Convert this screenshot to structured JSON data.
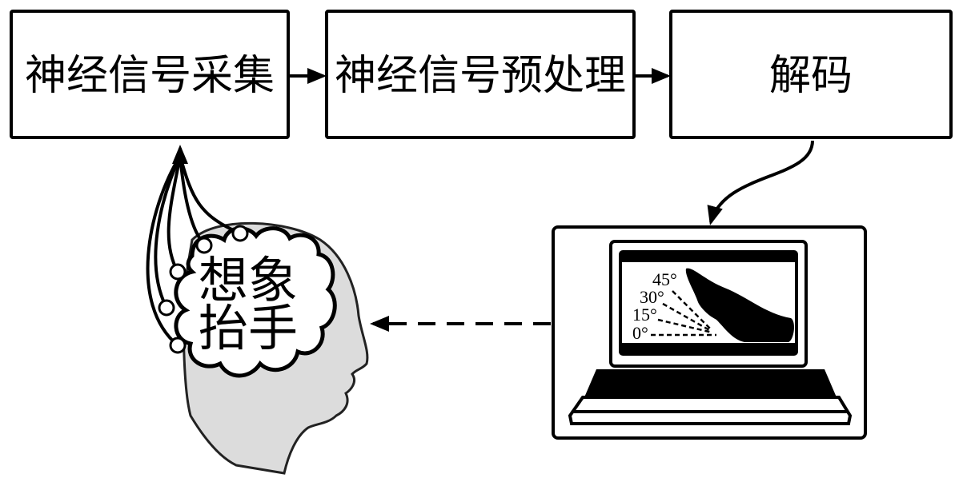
{
  "pipeline": {
    "steps": [
      {
        "label": "神经信号采集"
      },
      {
        "label": "神经信号预处理"
      },
      {
        "label": "解码"
      }
    ]
  },
  "thought": {
    "line1": "想象",
    "line2": "抬手"
  },
  "screen": {
    "angles": [
      "45°",
      "30°",
      "15°",
      "0°"
    ]
  },
  "colors": {
    "stroke": "#000000",
    "head_fill": "#dcdcdc"
  }
}
